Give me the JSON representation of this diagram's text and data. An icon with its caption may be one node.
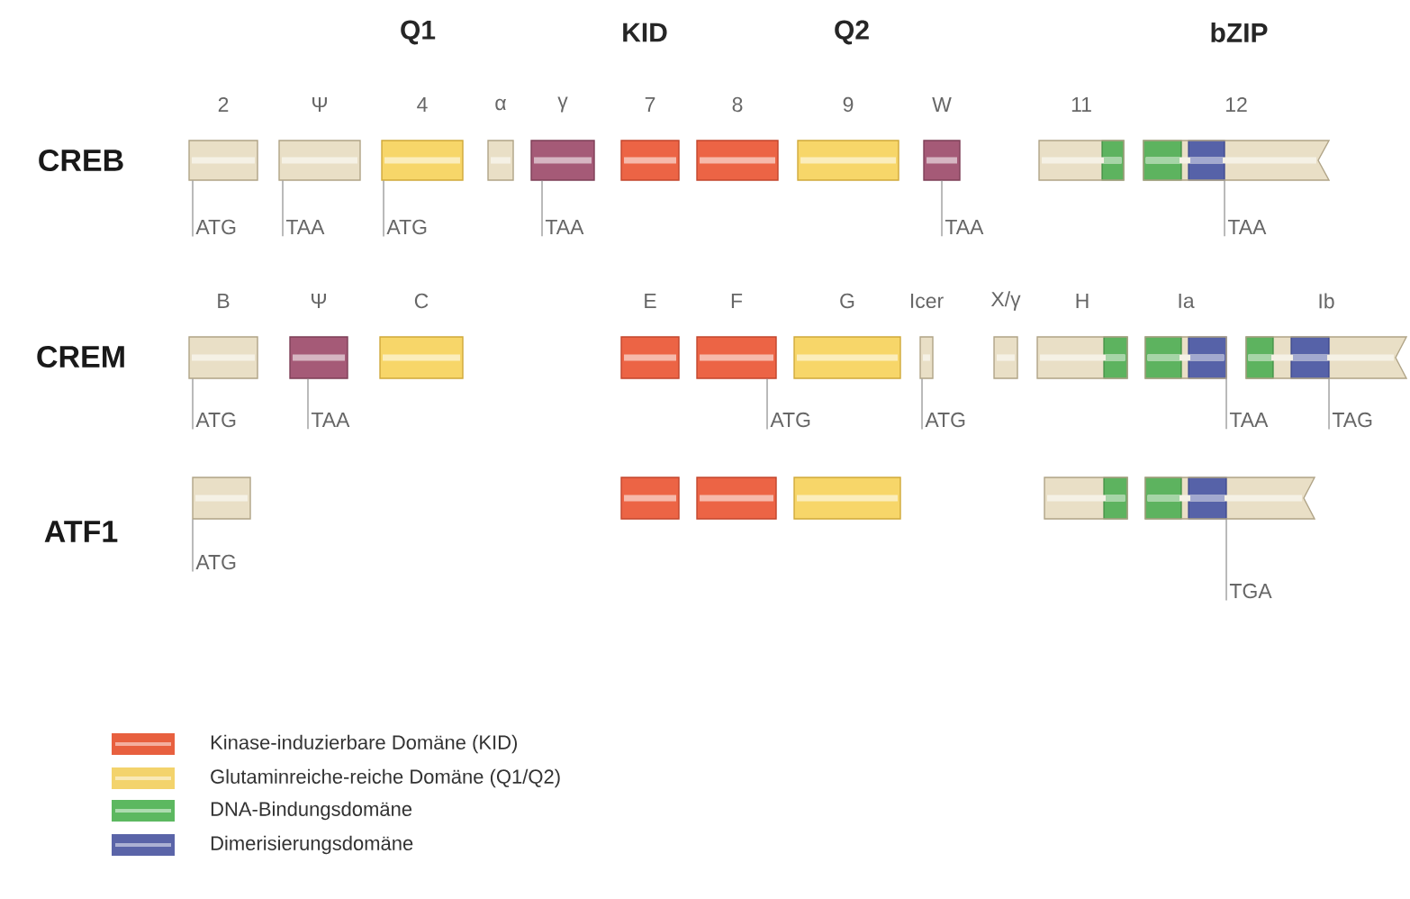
{
  "diagram": {
    "nodes": [
      {
        "text": [
          "2"
        ]
      },
      {
        "text": [
          "Ψ"
        ]
      },
      {
        "text": [
          "4"
        ]
      },
      {
        "text": [
          "α"
        ]
      },
      {
        "text": [
          "γ"
        ]
      },
      {
        "text": [
          "7"
        ]
      },
      {
        "text": [
          "8"
        ]
      },
      {
        "text": [
          "9"
        ]
      },
      {
        "text": [
          "W"
        ]
      },
      {
        "text": [
          "11"
        ]
      },
      {
        "text": [
          "12"
        ]
      },
      {
        "text": [
          "ATG"
        ]
      },
      {
        "text": [
          "TAA"
        ]
      },
      {
        "text": [
          "ATG"
        ]
      },
      {
        "text": [
          "TAA"
        ]
      },
      {
        "text": [
          "TAA"
        ]
      },
      {
        "text": [
          "TAA"
        ]
      },
      {
        "text": [
          "B"
        ]
      },
      {
        "text": [
          "Ψ"
        ]
      },
      {
        "text": [
          "C"
        ]
      },
      {
        "text": [
          "E"
        ]
      },
      {
        "text": [
          "F"
        ]
      },
      {
        "text": [
          "G"
        ]
      },
      {
        "text": [
          "Icer"
        ]
      },
      {
        "text": [
          "X/γ"
        ]
      },
      {
        "text": [
          "H"
        ]
      },
      {
        "text": [
          "Ia"
        ]
      },
      {
        "text": [
          "Ib"
        ]
      },
      {
        "text": [
          "ATG"
        ]
      },
      {
        "text": [
          "TAA"
        ]
      },
      {
        "text": [
          "ATG"
        ]
      },
      {
        "text": [
          "ATG"
        ]
      },
      {
        "text": [
          "TAA"
        ]
      },
      {
        "text": [
          "TAG"
        ]
      },
      {
        "text": [],
        "shape": "box"
      },
      {
        "text": [],
        "shape": "box"
      },
      {
        "text": [],
        "shape": "box"
      },
      {
        "text": [],
        "shape": "box"
      },
      {
        "text": [],
        "shape": "box"
      },
      {
        "text": [],
        "shape": "box"
      },
      {
        "text": [
          "ATG"
        ]
      },
      {
        "text": [
          "TGA"
        ]
      }
    ],
    "edges": [
      {
        "from": 11,
        "to": 0,
        "arrow": "none"
      },
      {
        "from": 12,
        "to": 1,
        "arrow": "none"
      },
      {
        "from": 13,
        "to": 2,
        "arrow": "none"
      },
      {
        "from": 14,
        "to": 4,
        "arrow": "none"
      },
      {
        "from": 15,
        "to": 8,
        "arrow": "none"
      },
      {
        "from": 16,
        "to": 10,
        "arrow": "none"
      },
      {
        "from": 28,
        "to": 17,
        "arrow": "none"
      },
      {
        "from": 29,
        "to": 18,
        "arrow": "none"
      },
      {
        "from": 30,
        "to": 21,
        "arrow": "none"
      },
      {
        "from": 31,
        "to": 23,
        "arrow": "none"
      },
      {
        "from": 32,
        "to": 26,
        "arrow": "none"
      },
      {
        "from": 33,
        "to": 27,
        "arrow": "none"
      },
      {
        "from": 40,
        "to": 34,
        "arrow": "none"
      },
      {
        "from": 41,
        "to": 39,
        "arrow": "none"
      }
    ],
    "labels": [
      "Q1",
      "KID",
      "Q2",
      "bZIP",
      "CREB",
      "CREM",
      "ATF1"
    ],
    "legend": [
      {
        "text": "Kinase-induzierbare Domäne (KID)",
        "color": "#e8603f"
      },
      {
        "text": "Glutaminreiche-reiche Domäne (Q1/Q2)",
        "color": "#f3d36c"
      },
      {
        "text": "DNA-Bindungsdomäne",
        "color": "#5cb860"
      },
      {
        "text": "Dimerisierungsdomäne",
        "color": "#5a64a8"
      }
    ]
  }
}
